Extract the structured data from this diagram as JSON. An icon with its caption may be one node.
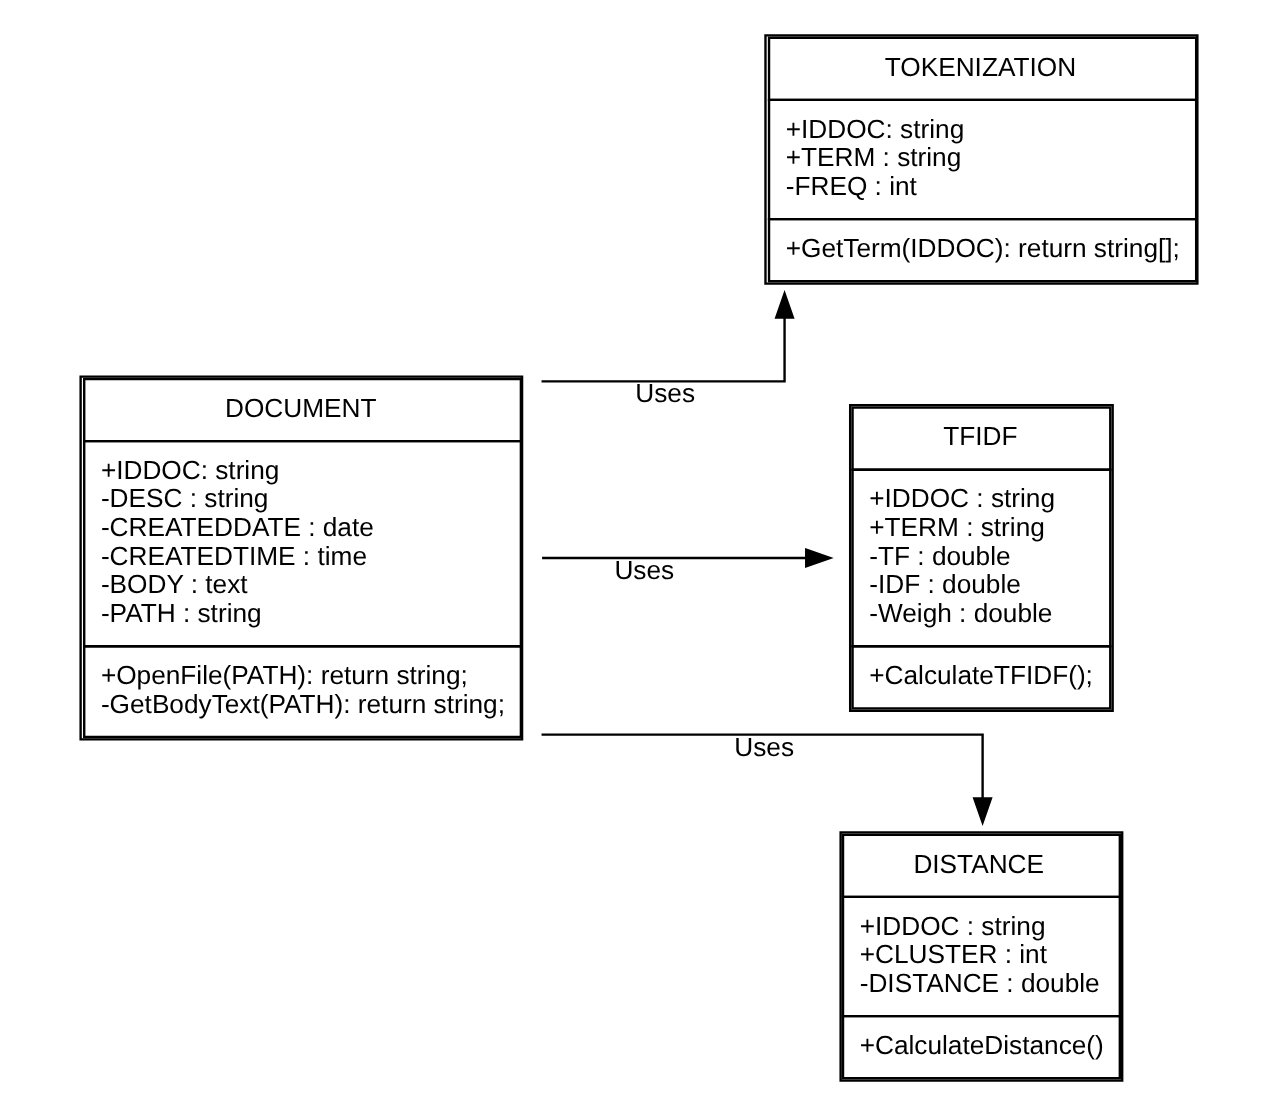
{
  "diagram": {
    "nodes": [
      {
        "text": [
          "DOCUMENT",
          "+IDDOC: string -DESC : string -CREATEDDATE : date -CREATEDTIME : time -BODY : text -PATH : string",
          "+OpenFile(PATH): return string; -GetBodyText(PATH): return string;"
        ]
      },
      {
        "text": [
          "TOKENIZATION",
          "+IDDOC: string +TERM : string -FREQ : int",
          "+GetTerm(IDDOC): return string[];"
        ]
      },
      {
        "text": [
          "TFIDF",
          "+IDDOC : string +TERM : string -TF : double -IDF : double -Weigh : double",
          "+CalculateTFIDF();"
        ]
      },
      {
        "text": [
          "DISTANCE",
          "+IDDOC : string +CLUSTER : int -DISTANCE : double",
          "+CalculateDistance()"
        ]
      }
    ],
    "edges": [
      {
        "from": 0,
        "to": 1,
        "arrow": "to",
        "label": "Uses"
      },
      {
        "from": 0,
        "to": 2,
        "arrow": "to",
        "label": "Uses"
      },
      {
        "from": 0,
        "to": 3,
        "arrow": "to",
        "label": "Uses"
      }
    ]
  }
}
